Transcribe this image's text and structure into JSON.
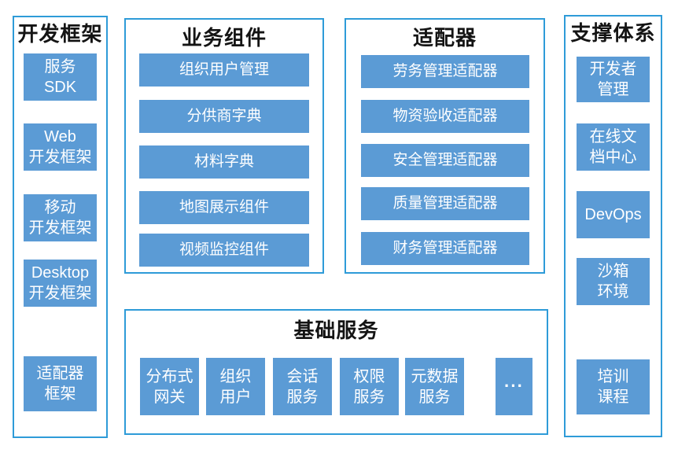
{
  "colors": {
    "box_fill": "#5B9BD5",
    "panel_border": "#2E9BD8",
    "box_text": "#FFFFFF",
    "title_text": "#141414",
    "background": "#FFFFFF"
  },
  "columns": {
    "dev_framework": {
      "title": "开发框架",
      "items": [
        "服务\nSDK",
        "Web\n开发框架",
        "移动\n开发框架",
        "Desktop\n开发框架",
        "适配器\n框架"
      ]
    },
    "business_components": {
      "title": "业务组件",
      "items": [
        "组织用户管理",
        "分供商字典",
        "材料字典",
        "地图展示组件",
        "视频监控组件"
      ]
    },
    "adapters": {
      "title": "适配器",
      "items": [
        "劳务管理适配器",
        "物资验收适配器",
        "安全管理适配器",
        "质量管理适配器",
        "财务管理适配器"
      ]
    },
    "support_system": {
      "title": "支撑体系",
      "items": [
        "开发者\n管理",
        "在线文\n档中心",
        "DevOps",
        "沙箱\n环境",
        "培训\n课程"
      ]
    },
    "basic_services": {
      "title": "基础服务",
      "items": [
        "分布式\n网关",
        "组织\n用户",
        "会话\n服务",
        "权限\n服务",
        "元数据\n服务",
        "···"
      ]
    }
  }
}
